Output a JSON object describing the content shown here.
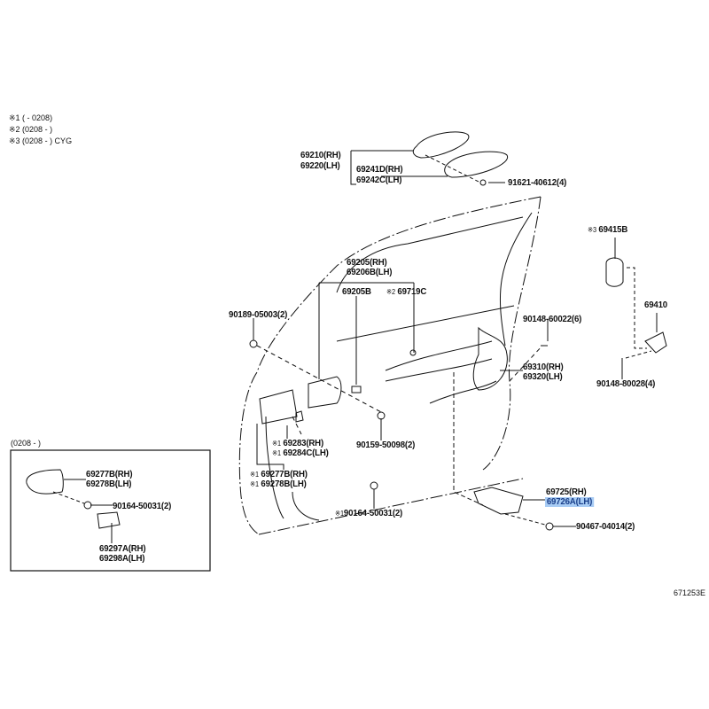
{
  "legend": [
    "※1 (     - 0208)",
    "※2 (0208 -     )",
    "※3 (0208 -     ) CYG"
  ],
  "inset": {
    "title": "(0208 -     )",
    "labels": [
      "69277B(RH)",
      "69278B(LH)",
      "90164-50031(2)",
      "69297A(RH)",
      "69298A(LH)"
    ]
  },
  "parts": {
    "p69210": "69210(RH)",
    "p69220": "69220(LH)",
    "p69241": "69241D(RH)",
    "p69242": "69242C(LH)",
    "p91621": "91621-40612(4)",
    "p69205": "69205(RH)",
    "p69206": "69206B(LH)",
    "p69205b": "69205B",
    "m2": "※2",
    "p69719": "69719C",
    "p90189": "90189-05003(2)",
    "m3": "※3",
    "p69415": "69415B",
    "p69410": "69410",
    "p90148a": "90148-60022(6)",
    "p69310": "69310(RH)",
    "p69320": "69320(LH)",
    "p90148b": "90148-80028(4)",
    "p90159": "90159-50098(2)",
    "m1": "※1",
    "p69283": "69283(RH)",
    "p69284": "69284C(LH)",
    "p69277": "69277B(RH)",
    "p69278": "69278B(LH)",
    "p90164": "90164-50031(2)",
    "p69725": "69725(RH)",
    "p69726": "69726A(LH)",
    "p90467": "90467-04014(2)"
  },
  "diagram_id": "671253E",
  "colors": {
    "highlight": "#a8ccf4",
    "ink": "#111111"
  }
}
